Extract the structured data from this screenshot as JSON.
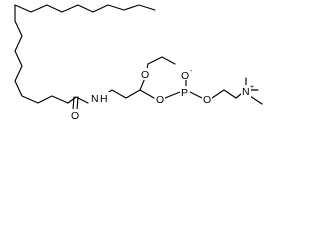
{
  "molecule": {
    "atoms": {
      "nitrogen_amide": "N",
      "hydrogen_amide": "H",
      "oxygen_carbonyl": "O",
      "oxygen_ether": "O",
      "oxygen_ester_1": "O",
      "phosphorus": "P",
      "oxygen_ester_2": "O",
      "oxygen_phosphate_anion": "O",
      "nitrogen_ammonium": "N"
    },
    "charges": {
      "anion": "-",
      "cation": "+"
    }
  }
}
